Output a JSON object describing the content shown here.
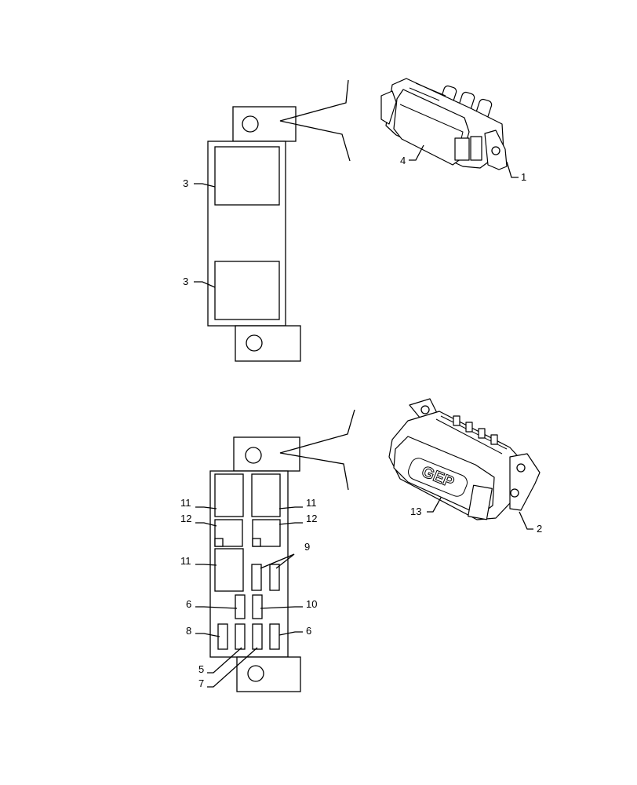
{
  "diagram": {
    "upper_assembly": {
      "callouts": {
        "relay_left_top": "3",
        "relay_left_bottom": "3",
        "cover": "4",
        "bracket": "1"
      }
    },
    "lower_assembly": {
      "callouts": {
        "relay_left_a": "11",
        "relay_right_a": "11",
        "micro_left": "12",
        "micro_right": "12",
        "relay_left_b": "11",
        "fuses_pair": "9",
        "fuse_left_mid": "6",
        "fuse_right_mid": "10",
        "fuse_bottom_left": "8",
        "fuse_bottom_right": "6",
        "fuse_bottom_a": "5",
        "fuse_bottom_b": "7",
        "cover": "13",
        "bracket": "2"
      },
      "cover_logo": "GEP"
    }
  }
}
